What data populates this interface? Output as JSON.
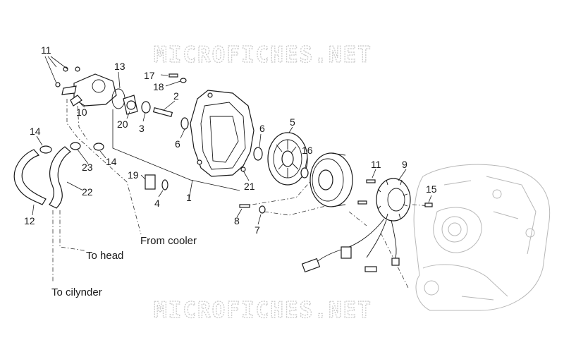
{
  "watermark": {
    "top": "MICROFICHES.NET",
    "bottom": "MICROFICHES.NET"
  },
  "callouts": {
    "n1": "1",
    "n2": "2",
    "n3": "3",
    "n4": "4",
    "n5": "5",
    "n6a": "6",
    "n6b": "6",
    "n7": "7",
    "n8": "8",
    "n9": "9",
    "n10": "10",
    "n11a": "11",
    "n11b": "11",
    "n12": "12",
    "n13": "13",
    "n14a": "14",
    "n14b": "14",
    "n15": "15",
    "n16": "16",
    "n17": "17",
    "n18": "18",
    "n19": "19",
    "n20": "20",
    "n21": "21",
    "n22": "22",
    "n23": "23"
  },
  "notes": {
    "from_cooler": "From cooler",
    "to_head": "To head",
    "to_cylinder": "To cilynder"
  }
}
